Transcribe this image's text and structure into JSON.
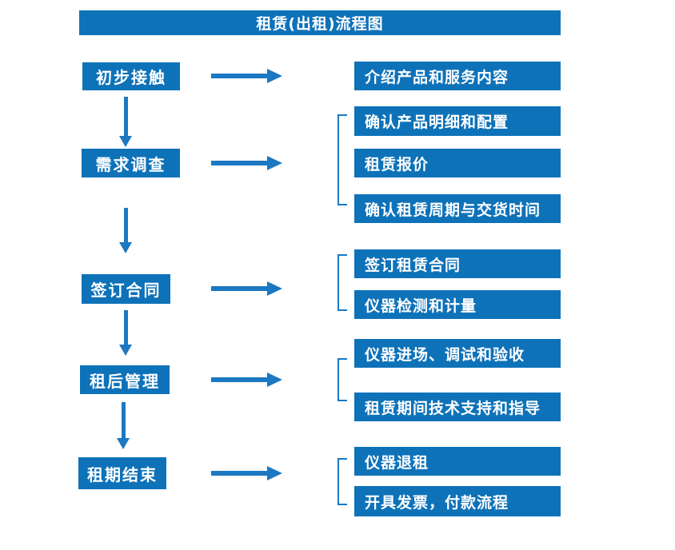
{
  "diagram": {
    "title": "租赁(出租)流程图",
    "steps": [
      {
        "label": "初步接触",
        "details": [
          "介绍产品和服务内容"
        ]
      },
      {
        "label": "需求调查",
        "details": [
          "确认产品明细和配置",
          "租赁报价",
          "确认租赁周期与交货时间"
        ]
      },
      {
        "label": "签订合同",
        "details": [
          "签订租赁合同",
          "仪器检测和计量"
        ]
      },
      {
        "label": "租后管理",
        "details": [
          "仪器进场、调试和验收",
          "租赁期间技术支持和指导"
        ]
      },
      {
        "label": "租期结束",
        "details": [
          "仪器退租",
          "开具发票，付款流程"
        ]
      }
    ],
    "colors": {
      "box_fill": "#0e72b9",
      "arrow": "#1b78c2",
      "text": "#ffffff",
      "background": "#ffffff"
    }
  }
}
